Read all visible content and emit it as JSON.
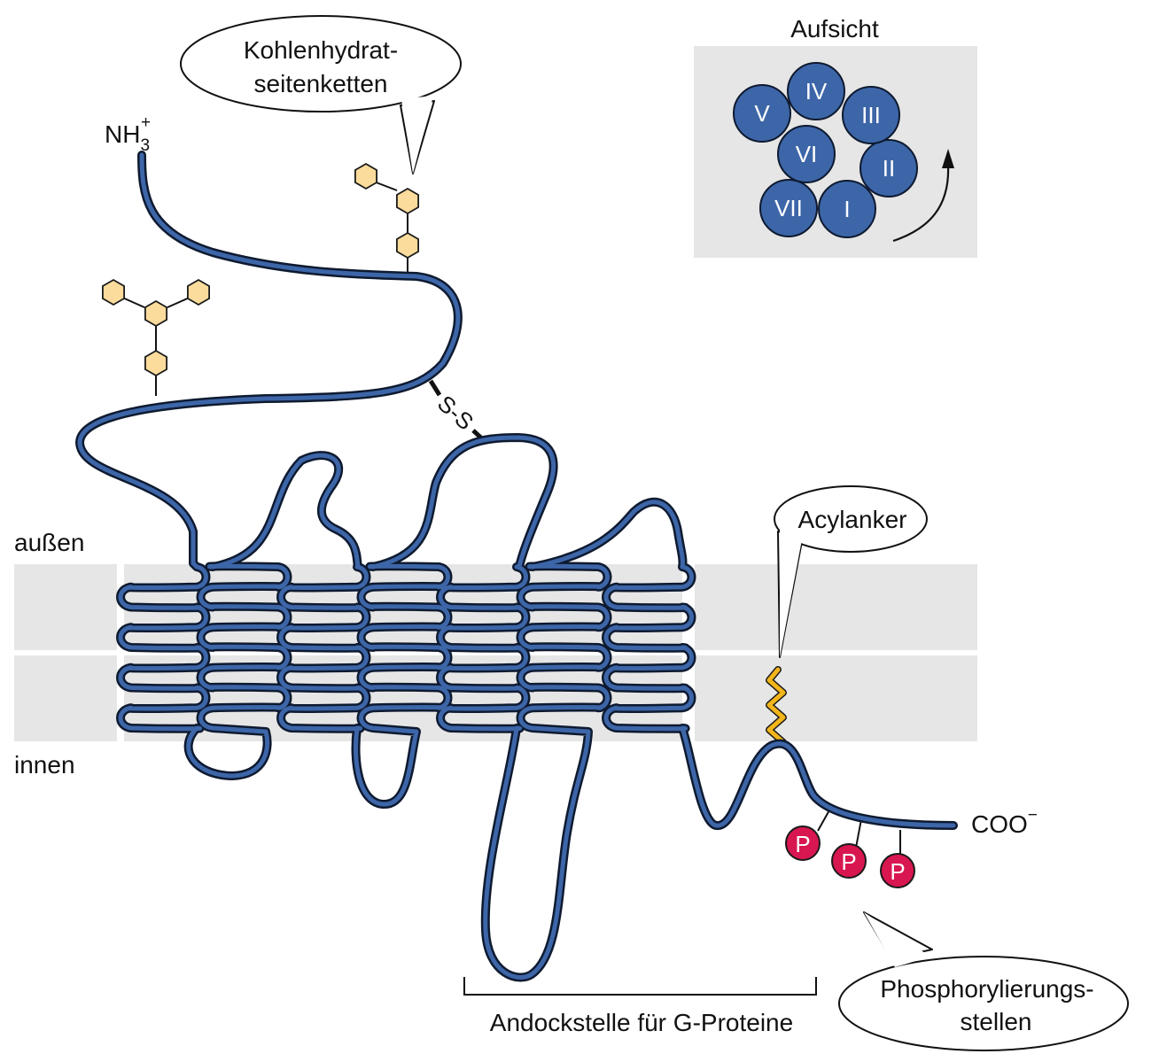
{
  "labels": {
    "outside": "außen",
    "inside": "innen",
    "n_terminus_main": "NH",
    "n_terminus_sub": "3",
    "n_terminus_sup": "+",
    "c_terminus_main": "COO",
    "c_terminus_sup": "−",
    "disulfide": "S-S",
    "docking_site": "Andockstelle für G-Proteine"
  },
  "callouts": {
    "carbohydrate_line1": "Kohlenhydrat-",
    "carbohydrate_line2": "seitenketten",
    "acyl_anchor": "Acylanker",
    "phosphorylation_line1": "Phosphorylierungs-",
    "phosphorylation_line2": "stellen"
  },
  "top_view": {
    "title": "Aufsicht",
    "helices": [
      "I",
      "II",
      "III",
      "IV",
      "V",
      "VI",
      "VII"
    ]
  },
  "phosphate_label": "P",
  "colors": {
    "chain": "#3d66a8",
    "chain_outline": "#0e1a30",
    "membrane": "#e6e6e6",
    "sugar": "#fbdc9c",
    "acyl": "#f2b51b",
    "phosphate": "#d8164f",
    "helix_disc": "#3d66a8"
  }
}
